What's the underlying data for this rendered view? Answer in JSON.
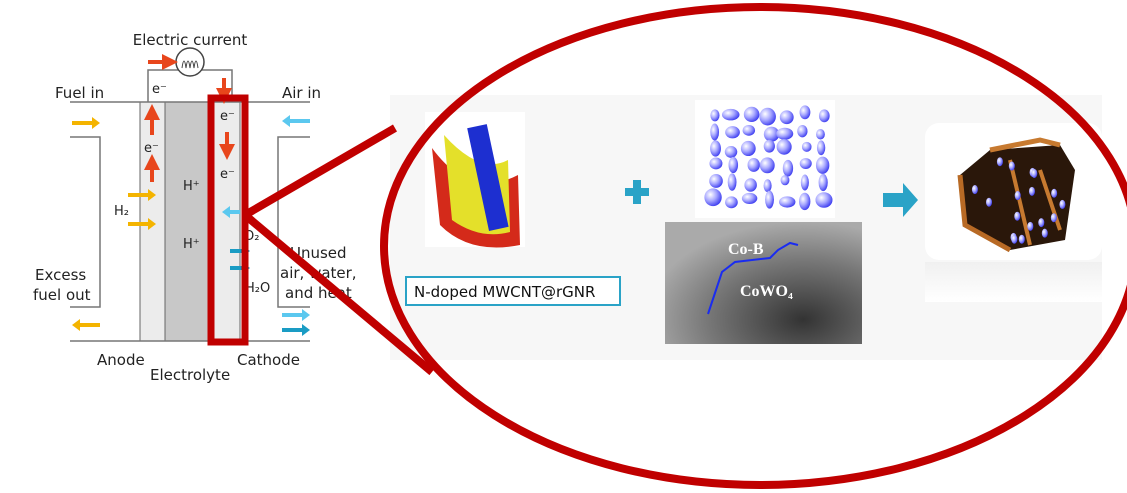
{
  "fuel_cell": {
    "electric_current": "Electric current",
    "fuel_in": "Fuel in",
    "air_in": "Air in",
    "electron": "e⁻",
    "proton": "H⁺",
    "hydrogen": "H₂",
    "oxygen": "O₂",
    "water": "H₂O",
    "excess_fuel_line1": "Excess",
    "excess_fuel_line2": "fuel out",
    "unused_line1": "Unused",
    "unused_line2": "air, water,",
    "unused_line3": "and heat",
    "anode": "Anode",
    "electrolyte": "Electrolyte",
    "cathode": "Cathode"
  },
  "materials": {
    "cnt_label": "N-doped MWCNT@rGNR",
    "tem_label_top": "Co-B",
    "tem_label_bottom": "CoWO₄"
  },
  "colors": {
    "highlight": "#c00000",
    "accent": "#2aa3c7",
    "electron_arrow": "#e8461c",
    "fuel_arrow": "#f4b400",
    "air_arrow": "#5bc8ef"
  }
}
